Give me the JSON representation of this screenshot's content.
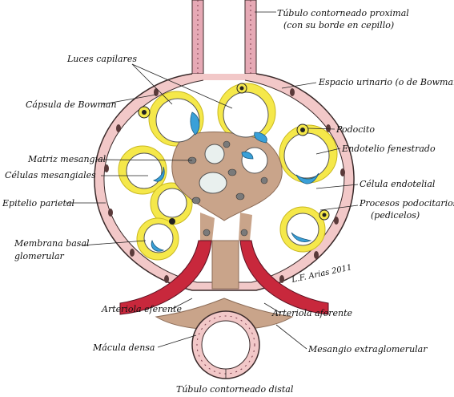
{
  "labels": {
    "pct_line1": "Túbulo contorneado proximal",
    "pct_line2": "(con su borde en cepillo)",
    "luces": "Luces capilares",
    "espacio": "Espacio urinario (o de Bowman)",
    "capsula": "Cápsula de Bowman",
    "podocito": "Podocito",
    "endotelio": "Endotelio fenestrado",
    "matriz": "Matriz mesangial",
    "celulas_mes": "Células mesangiales",
    "cel_endo": "Célula endotelial",
    "procesos_line1": "Procesos podocitarios",
    "procesos_line2": "(pedicelos)",
    "epitelio": "Epitelio parietal",
    "membrana_line1": "Membrana basal",
    "membrana_line2": "glomerular",
    "eferente": "Arteriola eferente",
    "aferente": "Arteriola aferente",
    "macula": "Mácula densa",
    "mesangio_extra": "Mesangio extraglomerular",
    "tcd": "Túbulo contorneado distal"
  },
  "signature": "L.F. Arias 2011",
  "colors": {
    "capsule": "#f2c8c8",
    "capsule_stroke": "#3a2a2a",
    "podocyte": "#f5e84a",
    "mesangium": "#c9a48a",
    "endothelium": "#3aa0d8",
    "arteriole": "#c8283c",
    "lumen": "#ffffff"
  }
}
